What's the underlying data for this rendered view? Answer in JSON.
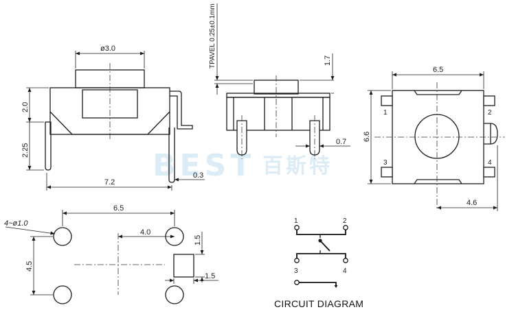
{
  "watermark": {
    "latin": "BEST",
    "cjk": "百斯特"
  },
  "side_view": {
    "cap_diameter": "ø3.0",
    "body_height": "2.0",
    "lead_height": "2.25",
    "body_length": "7.2",
    "lead_thickness": "0.3"
  },
  "front_view": {
    "travel": "TPAVEL 0.25±0.1mm",
    "actuator_height": "1.7",
    "lead_width": "0.7"
  },
  "top_view": {
    "width": "6.5",
    "height": "6.6",
    "offset": "4.6",
    "pins": [
      "1",
      "2",
      "3",
      "4"
    ]
  },
  "footprint": {
    "hole_spec": "4~ø1.0",
    "width": "6.5",
    "pitch": "4.0",
    "height": "4.5",
    "pad_height": "1.5",
    "pad_width": "1.5"
  },
  "circuit": {
    "title": "CIRCUIT DIAGRAM",
    "pins": [
      "1",
      "2",
      "3",
      "4"
    ]
  }
}
